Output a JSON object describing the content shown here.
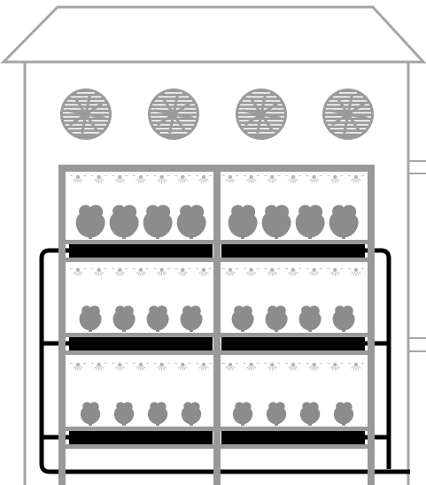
{
  "diagram": {
    "colors": {
      "outline": "#a6a6a6",
      "rack": "#999999",
      "fan_fill": "#9b9b9b",
      "fan_slats": "#ffffff",
      "tray": "#000000",
      "pipe": "#000000",
      "lamp": "#b3b3b3",
      "plant": "#8c8c8c",
      "background": "#ffffff"
    },
    "building": {
      "icon": "greenhouse-building-icon"
    },
    "fans": [
      {
        "icon": "ventilation-fan-icon"
      },
      {
        "icon": "ventilation-fan-icon"
      },
      {
        "icon": "ventilation-fan-icon"
      },
      {
        "icon": "ventilation-fan-icon"
      }
    ],
    "rack": {
      "tiers": [
        {
          "plant_size": "large",
          "plants_per_bay": 4
        },
        {
          "plant_size": "medium",
          "plants_per_bay": 4
        },
        {
          "plant_size": "small",
          "plants_per_bay": 4
        }
      ],
      "bays": 2,
      "lamps_per_bay": 7,
      "plant_icon": "lettuce-plant-icon",
      "lamp_icon": "grow-light-icon",
      "tray_icon": "hydroponic-tray-icon"
    },
    "piping": {
      "icon": "irrigation-pipe-icon"
    }
  }
}
